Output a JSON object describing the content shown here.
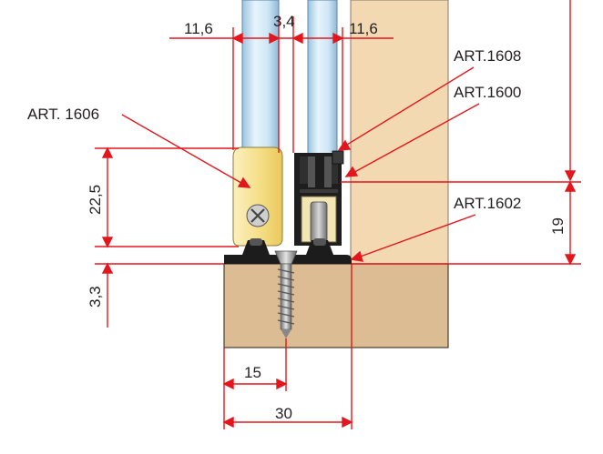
{
  "labels": {
    "art_1606": "ART. 1606",
    "art_1608": "ART.1608",
    "art_1600": "ART.1600",
    "art_1602": "ART.1602"
  },
  "dimensions": {
    "left_gap": "11,6",
    "glass_gap": "3,4",
    "right_gap": "11,6",
    "profile_height": "22,5",
    "base_height": "3,3",
    "rail_height": "19",
    "screw_offset": "15",
    "total_width": "30"
  },
  "colors": {
    "dimension_line": "#e3161d",
    "wood_panel": "#f2d9b2",
    "wood_block": "#dcbd93",
    "glass": "#cfe8f6",
    "profile": "#f7e6a0",
    "rail": "#1c1c1c",
    "text": "#231f20"
  }
}
